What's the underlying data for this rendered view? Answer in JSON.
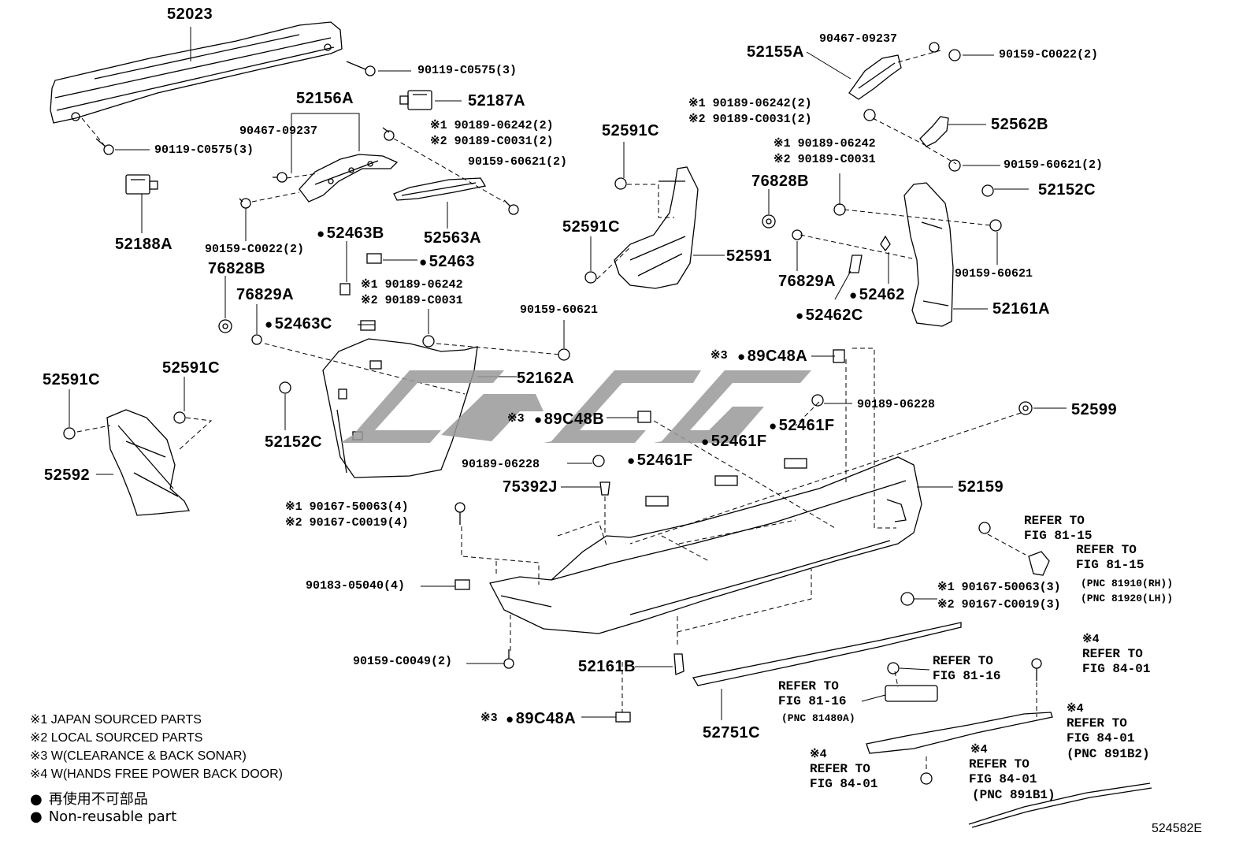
{
  "diagram": {
    "figure_number": "524582E",
    "labels": {
      "p52023": "52023",
      "p90119_top": "90119-C0575(3)",
      "p90119_left": "90119-C0575(3)",
      "p52188A": "52188A",
      "p52187A": "52187A",
      "p52156A": "52156A",
      "p90467_left": "90467-09237",
      "p90189_top_j": "※1 90189-06242(2)",
      "p90189_top_l": "※2 90189-C0031(2)",
      "p90159_60621_top": "90159-60621(2)",
      "p90159_C0022_left": "90159-C0022(2)",
      "p52563A": "52563A",
      "p52463B": "52463B",
      "p52463": "52463",
      "p90189_mid_j": "※1 90189-06242",
      "p90189_mid_l": "※2 90189-C0031",
      "p76828B_left": "76828B",
      "p76829A_left": "76829A",
      "p52463C": "52463C",
      "p90159_60621_mid": "90159-60621",
      "p52162A": "52162A",
      "p52152C_left": "52152C",
      "p52591C_a": "52591C",
      "p52591C_b": "52591C",
      "p52591C_c": "52591C",
      "p52591C_d": "52591C",
      "p52591": "52591",
      "p52592": "52592",
      "p52155A": "52155A",
      "p90467_right": "90467-09237",
      "p90159_C0022_right": "90159-C0022(2)",
      "p90189_right_j": "※1 90189-06242(2)",
      "p90189_right_l": "※2 90189-C0031(2)",
      "p52562B": "52562B",
      "p90189_r2_j": "※1 90189-06242",
      "p90189_r2_l": "※2 90189-C0031",
      "p90159_60621_right": "90159-60621(2)",
      "p76828B_right": "76828B",
      "p52152C_right": "52152C",
      "p90159_60621_r2": "90159-60621",
      "p76829A_right": "76829A",
      "p52462": "52462",
      "p52462C": "52462C",
      "p52161A": "52161A",
      "p89C48A_top": "89C48A",
      "p89C48A_top_mark": "※3",
      "p90189_06228_right": "90189-06228",
      "p89C48B": "89C48B",
      "p89C48B_mark": "※3",
      "p52461F_a": "52461F",
      "p52461F_b": "52461F",
      "p52461F_c": "52461F",
      "p90189_06228_left": "90189-06228",
      "p75392J": "75392J",
      "p52599": "52599",
      "p52159": "52159",
      "p90167_j": "※1 90167-50063(4)",
      "p90167_l": "※2 90167-C0019(4)",
      "p90183": "90183-05040(4)",
      "p90159_C0049": "90159-C0049(2)",
      "p52161B": "52161B",
      "p89C48A_bot": "89C48A",
      "p89C48A_bot_mark": "※3",
      "p52751C": "52751C",
      "p90167_r_j": "※1 90167-50063(3)",
      "p90167_r_l": "※2 90167-C0019(3)",
      "ref_81_15_a": "REFER TO\nFIG 81-15",
      "ref_81_15_b": "REFER TO\nFIG 81-15",
      "ref_81_15_b_pnc1": "(PNC 81910(RH))",
      "ref_81_15_b_pnc2": "(PNC 81920(LH))",
      "ref_81_16_a": "REFER TO\nFIG 81-16",
      "ref_81_16_b": "REFER TO\nFIG 81-16",
      "ref_81_16_b_pnc": "(PNC 81480A)",
      "ref_84_01_a_mark": "※4",
      "ref_84_01_a": "REFER TO\nFIG 84-01",
      "ref_84_01_b_mark": "※4",
      "ref_84_01_b": "REFER TO\nFIG 84-01",
      "ref_84_01_b_pnc": "(PNC 891B2)",
      "ref_84_01_c_mark": "※4",
      "ref_84_01_c": "REFER TO\nFIG 84-01",
      "ref_84_01_d_mark": "※4",
      "ref_84_01_d": "REFER TO\nFIG 84-01",
      "ref_84_01_d_pnc": "(PNC 891B1)"
    },
    "legend": {
      "note1": "※1 JAPAN SOURCED PARTS",
      "note2": "※2 LOCAL SOURCED PARTS",
      "note3": "※3 W(CLEARANCE & BACK SONAR)",
      "note4": "※4 W(HANDS FREE POWER BACK DOOR)",
      "nonreusable_jp": "再使用不可部品",
      "nonreusable_en": "Non-reusable part"
    },
    "colors": {
      "line": "#000000",
      "watermark": "#9a9a9a",
      "background": "#ffffff"
    }
  }
}
